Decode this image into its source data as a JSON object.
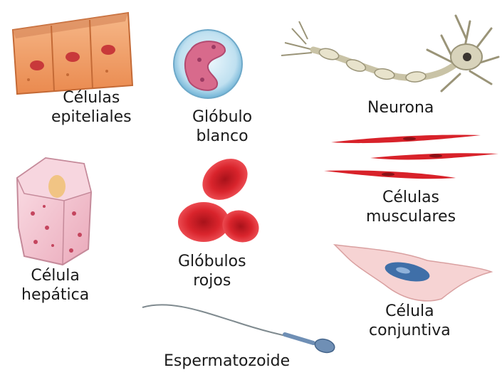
{
  "labels": {
    "epitheliales": [
      "Células",
      "epiteliales"
    ],
    "globulo_blanco": [
      "Glóbulo",
      "blanco"
    ],
    "neurona": [
      "Neurona"
    ],
    "musculares": [
      "Células",
      "musculares"
    ],
    "hepatica": [
      "Célula",
      "hepática"
    ],
    "globulos_rojos": [
      "Glóbulos",
      "rojos"
    ],
    "conjuntiva": [
      "Célula",
      "conjuntiva"
    ],
    "espermatozoide": [
      "Espermatozoide"
    ]
  },
  "colors": {
    "epithelial": "#f2a36a",
    "white_cell_membrane": "#cfe8f5",
    "white_cell_nucleus": "#d86a8c",
    "neuron": "#d8d3bb",
    "muscle": "#d8222a",
    "hepatic": "#f4c7d2",
    "red_cell": "#e0242b",
    "connective": "#f6d3d3",
    "connective_nucleus": "#3f6fa8",
    "sperm": "#6f8fb5"
  }
}
